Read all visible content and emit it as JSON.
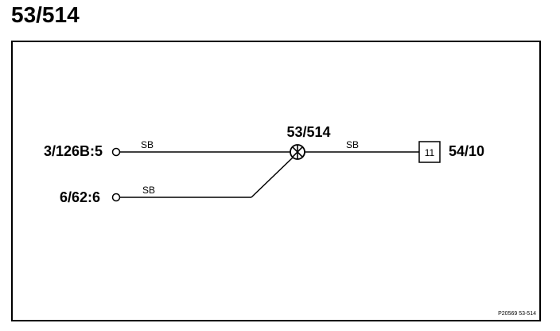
{
  "title": "53/514",
  "connectors": {
    "left_top": "3/126B:5",
    "left_bottom": "6/62:6",
    "splice": "53/514",
    "right": "54/10"
  },
  "wires": {
    "top_left_color": "SB",
    "bottom_left_color": "SB",
    "right_color": "SB"
  },
  "component_box": "11",
  "reference": "P20569 53-514",
  "colors": {
    "line": "#000000",
    "background": "#ffffff"
  }
}
